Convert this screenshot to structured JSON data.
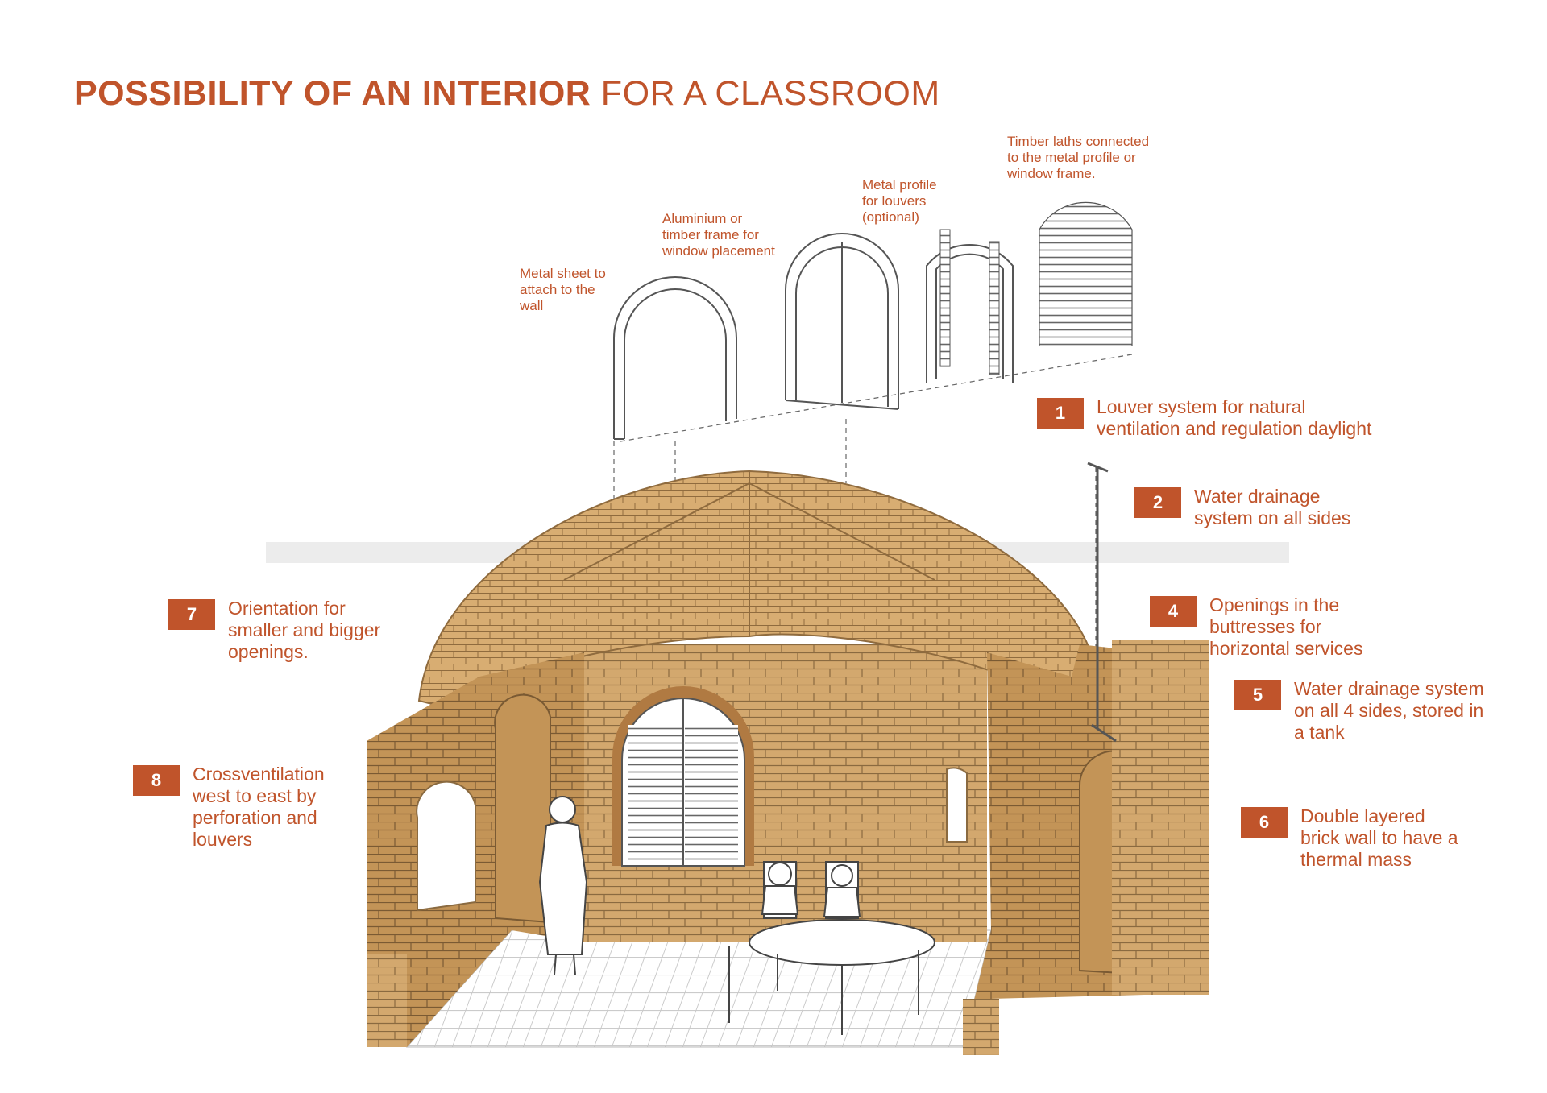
{
  "title": {
    "bold": "POSSIBILITY OF AN INTERIOR",
    "light": "FOR A CLASSROOM"
  },
  "components": [
    {
      "id": "metal-sheet",
      "text": "Metal sheet to\nattach to the\nwall"
    },
    {
      "id": "frame",
      "text": "Aluminium or\ntimber frame for\nwindow placement"
    },
    {
      "id": "metal-profile",
      "text": "Metal profile\nfor louvers\n(optional)"
    },
    {
      "id": "timber-laths",
      "text": "Timber laths connected\nto the metal profile or\nwindow frame."
    }
  ],
  "callouts": [
    {
      "number": "1",
      "text": "Louver system for natural\nventilation and regulation daylight"
    },
    {
      "number": "2",
      "text": "Water drainage\nsystem on all sides"
    },
    {
      "number": "4",
      "text": "Openings in the\nbuttresses for\nhorizontal services"
    },
    {
      "number": "5",
      "text": "Water drainage system\non all 4 sides, stored in\na tank"
    },
    {
      "number": "6",
      "text": "Double layered\nbrick wall to have a\nthermal mass"
    },
    {
      "number": "7",
      "text": "Orientation for\nsmaller and bigger\nopenings."
    },
    {
      "number": "8",
      "text": "Crossventilation\nwest to east by\nperforation and\nlouvers"
    }
  ],
  "colors": {
    "accent": "#c0542b",
    "brick": "#d3a86e",
    "brick_dark": "#b98a52",
    "mortar": "#8a6a40",
    "floor_grid": "#c9c9c9"
  }
}
